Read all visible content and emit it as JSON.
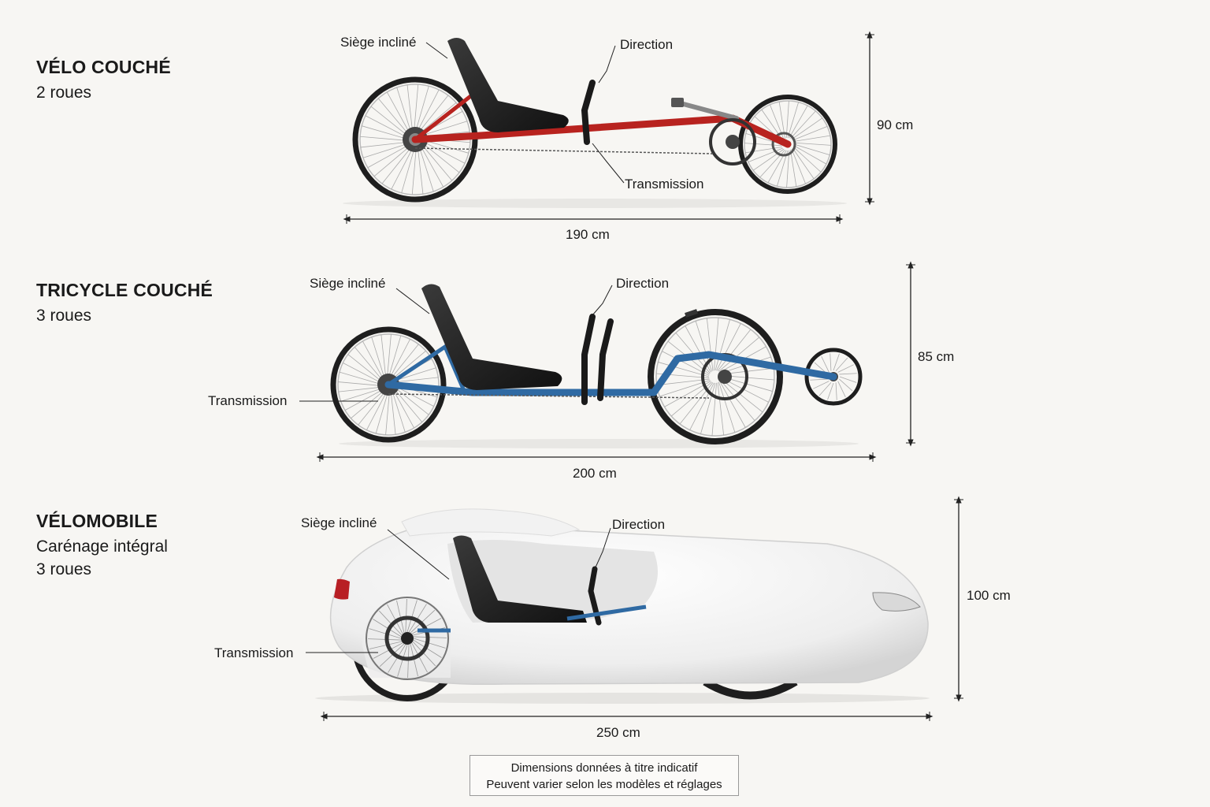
{
  "sections": [
    {
      "title": "VÉLO COUCHÉ",
      "subtitle": [
        "2 roues"
      ],
      "labels": {
        "seat": "Siège incliné",
        "steering": "Direction",
        "transmission": "Transmission"
      },
      "length": "190 cm",
      "height": "90 cm",
      "frame_color": "#b8231f"
    },
    {
      "title": "TRICYCLE COUCHÉ",
      "subtitle": [
        "3 roues"
      ],
      "labels": {
        "seat": "Siège incliné",
        "steering": "Direction",
        "transmission": "Transmission"
      },
      "length": "200 cm",
      "height": "85 cm",
      "frame_color": "#2f6aa3"
    },
    {
      "title": "VÉLOMOBILE",
      "subtitle": [
        "Carénage intégral",
        "3 roues"
      ],
      "labels": {
        "seat": "Siège incliné",
        "steering": "Direction",
        "transmission": "Transmission"
      },
      "length": "250 cm",
      "height": "100 cm",
      "frame_color": "#ffffff"
    }
  ],
  "note": [
    "Dimensions données à titre indicatif",
    "Peuvent varier selon les modèles et réglages"
  ]
}
